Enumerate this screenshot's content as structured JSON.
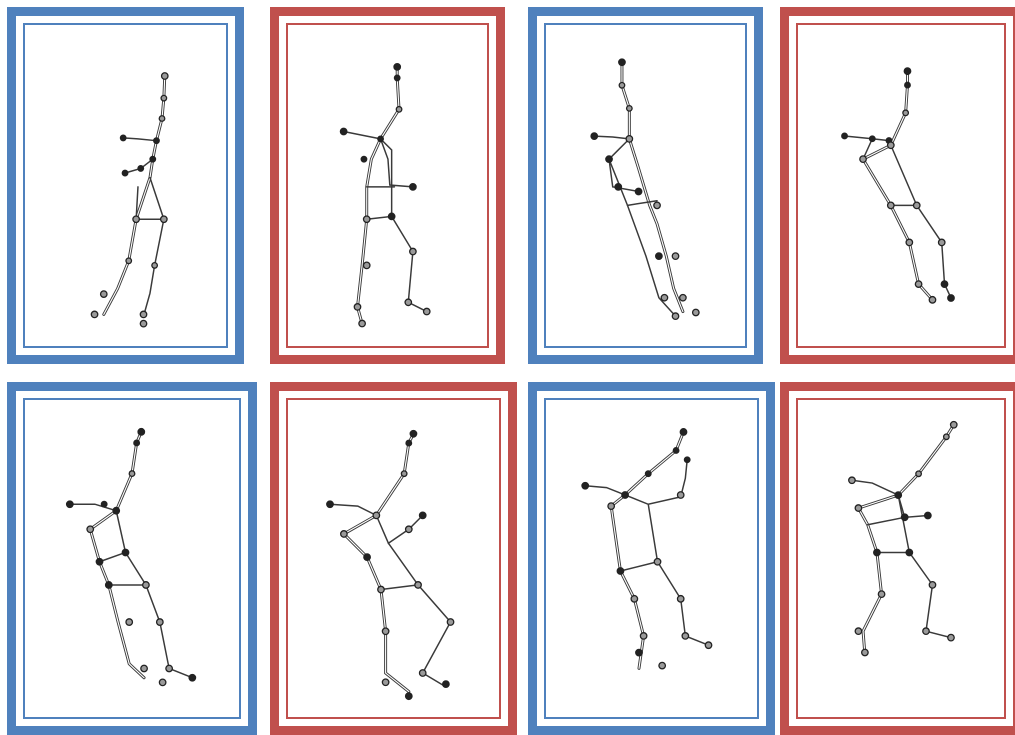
{
  "colors": {
    "frame_blue": "#4f81bd",
    "frame_red": "#c0504d",
    "stroke": "#3a3a3a"
  },
  "cards": [
    {
      "frame": "blue"
    },
    {
      "frame": "red"
    },
    {
      "frame": "blue"
    },
    {
      "frame": "red"
    },
    {
      "frame": "blue"
    },
    {
      "frame": "red"
    },
    {
      "frame": "blue"
    },
    {
      "frame": "red"
    }
  ]
}
